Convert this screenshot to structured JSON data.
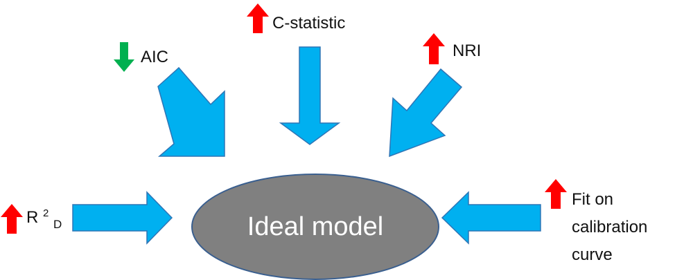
{
  "center": {
    "label": "Ideal model"
  },
  "metrics": {
    "aic": {
      "label": "AIC",
      "direction": "down"
    },
    "cstat": {
      "label": "C-statistic",
      "direction": "up"
    },
    "nri": {
      "label": "NRI",
      "direction": "up"
    },
    "r2d": {
      "label_main": "R",
      "label_sup": "2",
      "label_sub": "D",
      "direction": "up"
    },
    "fit": {
      "line1": "Fit on",
      "line2": "calibration",
      "line3": "curve",
      "direction": "up"
    }
  },
  "colors": {
    "ellipse_fill": "#808080",
    "ellipse_stroke": "#3a5f8f",
    "arrow_fill": "#00b0f0",
    "arrow_stroke": "#2e75b6",
    "up_indicator": "#ff0000",
    "down_indicator": "#00b050"
  }
}
